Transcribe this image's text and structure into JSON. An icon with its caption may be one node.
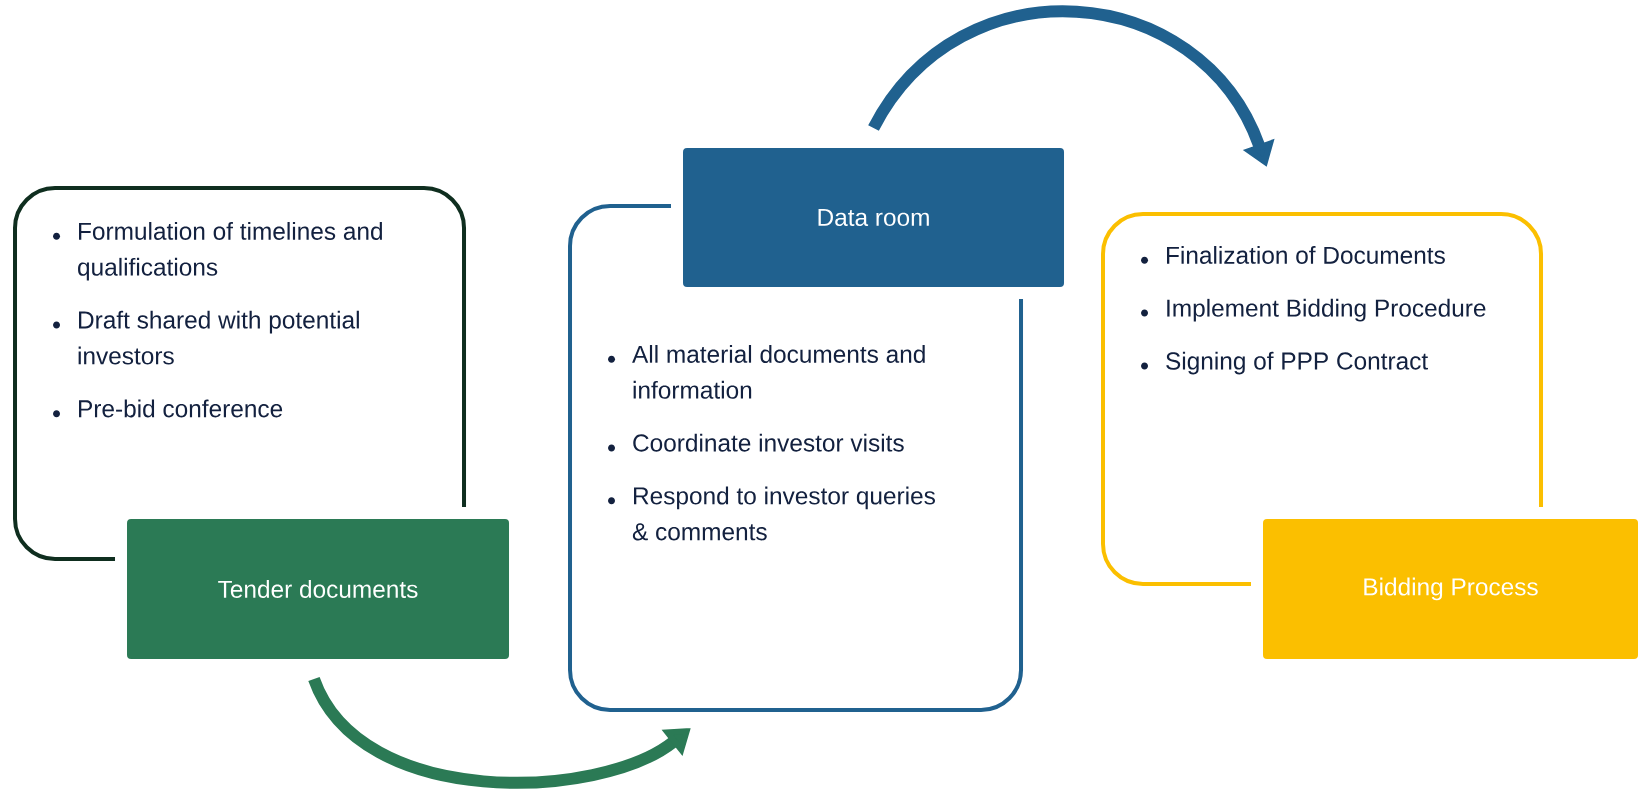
{
  "diagram": {
    "nodes": [
      {
        "text": [
          "Formulation of timelines and qualifications",
          "Draft shared with potential investors",
          "Pre-bid conference"
        ]
      },
      {
        "text": [
          "Tender documents"
        ]
      },
      {
        "text": [
          "All material documents and information",
          "Coordinate investor visits",
          "Respond to investor queries & comments"
        ]
      },
      {
        "text": [
          "Data room"
        ]
      },
      {
        "text": [
          "Finalization of Documents",
          "Implement Bidding Procedure",
          "Signing of PPP Contract"
        ]
      },
      {
        "text": [
          "Bidding Process"
        ]
      }
    ],
    "edges": [
      {
        "from": 1,
        "to": 2,
        "arrow": "to",
        "color": "#2b7a55"
      },
      {
        "from": 3,
        "to": 4,
        "arrow": "to",
        "color": "#20618f"
      }
    ]
  }
}
